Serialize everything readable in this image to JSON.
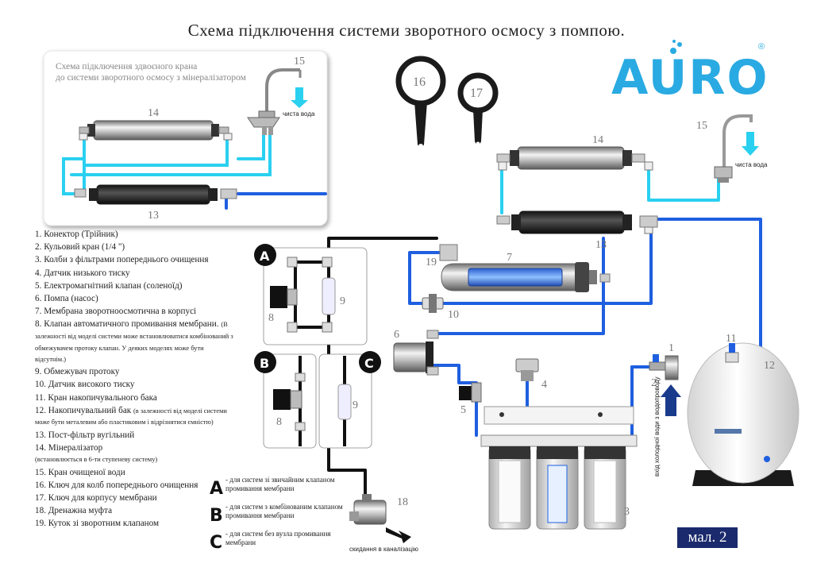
{
  "title": "Схема підключення  системи  зворотного  осмосу  з  помпою.",
  "inset": {
    "caption_line1": "Схема підключення здвоєного крана",
    "caption_line2": "до системи зворотного осмосу з мінералізатором",
    "water_label": "чиста вода"
  },
  "brand": {
    "name": "AURO",
    "registered": "®",
    "color": "#29aae2"
  },
  "main_water_label": "чиста вода",
  "cold_water_label": "вхід холодної води з водопроводу",
  "drain_label": "скидання в каналізацію",
  "numbers": {
    "n1": "1",
    "n2": "2",
    "n3": "3",
    "n4": "4",
    "n5": "5",
    "n6": "6",
    "n7": "7",
    "n8": "8",
    "n9": "9",
    "n10": "10",
    "n11": "11",
    "n12": "12",
    "n13": "13",
    "n14": "14",
    "n15": "15",
    "n16": "16",
    "n17": "17",
    "n18": "18",
    "n19": "19"
  },
  "variants": [
    {
      "letter": "A",
      "text": "- для систем зі звичайним клапаном промивання мембрани"
    },
    {
      "letter": "B",
      "text": "- для систем з комбінованим клапаном промивання мембрани"
    },
    {
      "letter": "C",
      "text": "- для систем без вузла промивання мембрани"
    }
  ],
  "legend": [
    {
      "main": "1. Конектор (Трійник)",
      "note": ""
    },
    {
      "main": "2. Кульовий кран (1/4 \")",
      "note": ""
    },
    {
      "main": "3. Колби з фільтрами попереднього очищення",
      "note": ""
    },
    {
      "main": "4. Датчик низького тиску",
      "note": ""
    },
    {
      "main": "5. Електромагнітний клапан (соленоїд)",
      "note": ""
    },
    {
      "main": "6. Помпа (насос)",
      "note": ""
    },
    {
      "main": "7. Мембрана зворотноосмотична в корпусі",
      "note": ""
    },
    {
      "main": "8. Клапан автоматичного промивання мембрани.",
      "note": "(В залежності від моделі системи може встановлюватися комбінований з обмежувачем протоку клапан. У деяких моделях може бути відсутнім.)"
    },
    {
      "main": "9. Обмежувач протоку",
      "note": ""
    },
    {
      "main": "10. Датчик високого тиску",
      "note": ""
    },
    {
      "main": "11. Кран накопичувального бака",
      "note": ""
    },
    {
      "main": "12. Накопичувальний бак",
      "note": "(в залежності від моделі системи може бути металевим або пластиковим і відрізнятися ємністю)"
    },
    {
      "main": "13. Пост-фільтр вугільний",
      "note": ""
    },
    {
      "main": "14. Мінералізатор",
      "note": "(встановлюється в 6-ти ступеневу систему)"
    },
    {
      "main": "15. Кран очищеної води",
      "note": ""
    },
    {
      "main": "16. Ключ для колб попереднього очищення",
      "note": ""
    },
    {
      "main": "17. Ключ для корпусу мембрани",
      "note": ""
    },
    {
      "main": "18. Дренажна муфта",
      "note": ""
    },
    {
      "main": "19. Куток зі зворотним клапаном",
      "note": ""
    }
  ],
  "figure_label": "мал. 2",
  "colors": {
    "clean_line": "#2ad0f0",
    "water_line": "#1f5fe0",
    "drain_line": "#111111",
    "figure_bg": "#1a2a6c"
  }
}
